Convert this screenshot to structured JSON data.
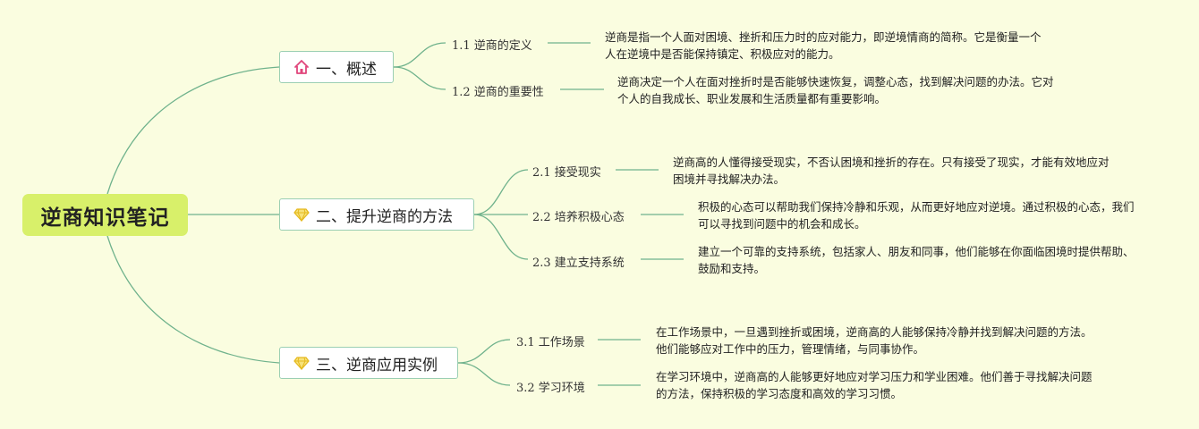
{
  "root": {
    "title": "逆商知识笔记"
  },
  "branches": [
    {
      "title": "一、概述",
      "icon": "home-icon",
      "children": [
        {
          "label": "1.1 逆商的定义",
          "desc": "逆商是指一个人面对困境、挫折和压力时的应对能力，即逆境情商的简称。它是衡量一个人在逆境中是否能保持镇定、积极应对的能力。"
        },
        {
          "label": "1.2 逆商的重要性",
          "desc": "逆商决定一个人在面对挫折时是否能够快速恢复，调整心态，找到解决问题的办法。它对个人的自我成长、职业发展和生活质量都有重要影响。"
        }
      ]
    },
    {
      "title": "二、提升逆商的方法",
      "icon": "diamond-icon",
      "children": [
        {
          "label": "2.1 接受现实",
          "desc": "逆商高的人懂得接受现实，不否认困境和挫折的存在。只有接受了现实，才能有效地应对困境并寻找解决办法。"
        },
        {
          "label": "2.2 培养积极心态",
          "desc": "积极的心态可以帮助我们保持冷静和乐观，从而更好地应对逆境。通过积极的心态，我们可以寻找到问题中的机会和成长。"
        },
        {
          "label": "2.3 建立支持系统",
          "desc": "建立一个可靠的支持系统，包括家人、朋友和同事，他们能够在你面临困境时提供帮助、鼓励和支持。"
        }
      ]
    },
    {
      "title": "三、逆商应用实例",
      "icon": "diamond-icon",
      "children": [
        {
          "label": "3.1 工作场景",
          "desc": "在工作场景中，一旦遇到挫折或困境，逆商高的人能够保持冷静并找到解决问题的方法。他们能够应对工作中的压力，管理情绪，与同事协作。"
        },
        {
          "label": "3.2 学习环境",
          "desc": "在学习环境中，逆商高的人能够更好地应对学习压力和学业困难。他们善于寻找解决问题的方法，保持积极的学习态度和高效的学习习惯。"
        }
      ]
    }
  ],
  "colors": {
    "background": "#fafde0",
    "root": "#d8f06a",
    "link": "#6fb28c",
    "branch_border": "#9bcfb3",
    "home_icon": "#e0457b",
    "diamond_icon": "#f3d23a"
  }
}
